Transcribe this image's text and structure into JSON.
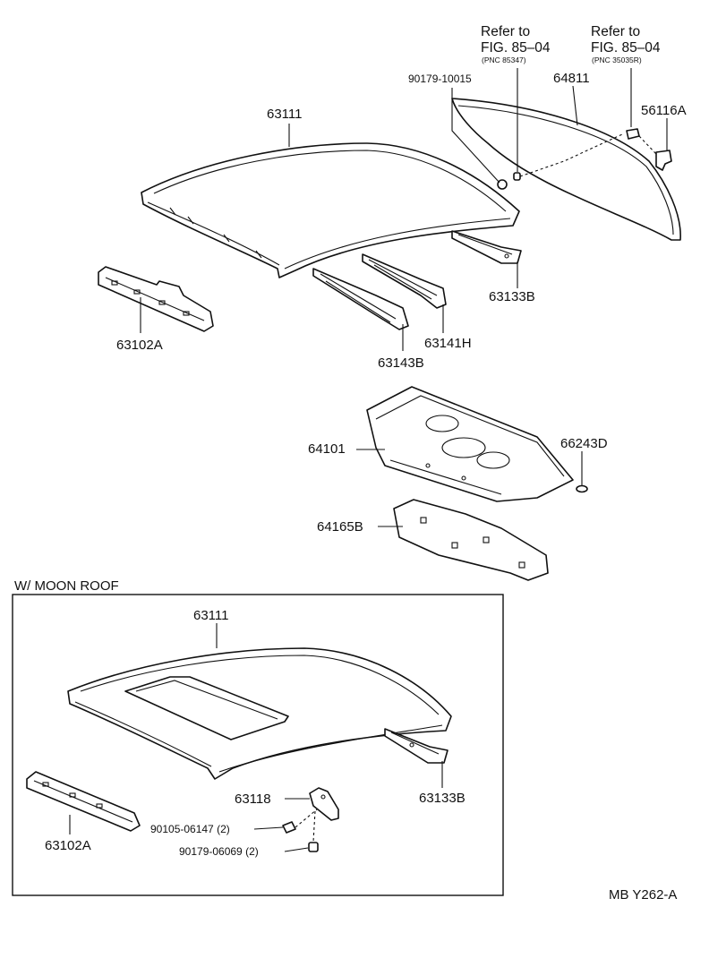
{
  "main_labels": {
    "roof_panel": "63111",
    "roof_rail_rear_right": "63133B",
    "roof_bow_front": "63102A",
    "roof_bow_mid": "63143B",
    "roof_bow_rear": "63141H",
    "back_window_glass": "64811",
    "clip_retainer": "56116A",
    "nut_part": "90179-10015",
    "package_tray_panel": "64101",
    "plug_hole": "66243D",
    "tray_silencer": "64165B"
  },
  "refs": {
    "ref_left_line1": "Refer to",
    "ref_left_line2": "FIG. 85–04",
    "ref_left_pnc": "(PNC 85347)",
    "ref_right_line1": "Refer to",
    "ref_right_line2": "FIG. 85–04",
    "ref_right_pnc": "(PNC 35035R)"
  },
  "moonroof": {
    "section_title": "W/ MOON ROOF",
    "roof_panel": "63111",
    "roof_rail_rear_right": "63133B",
    "roof_bow_front": "63102A",
    "bracket": "63118",
    "screw": "90105-06147 (2)",
    "nut": "90179-06069 (2)"
  },
  "figure_code": "MB Y262-A"
}
